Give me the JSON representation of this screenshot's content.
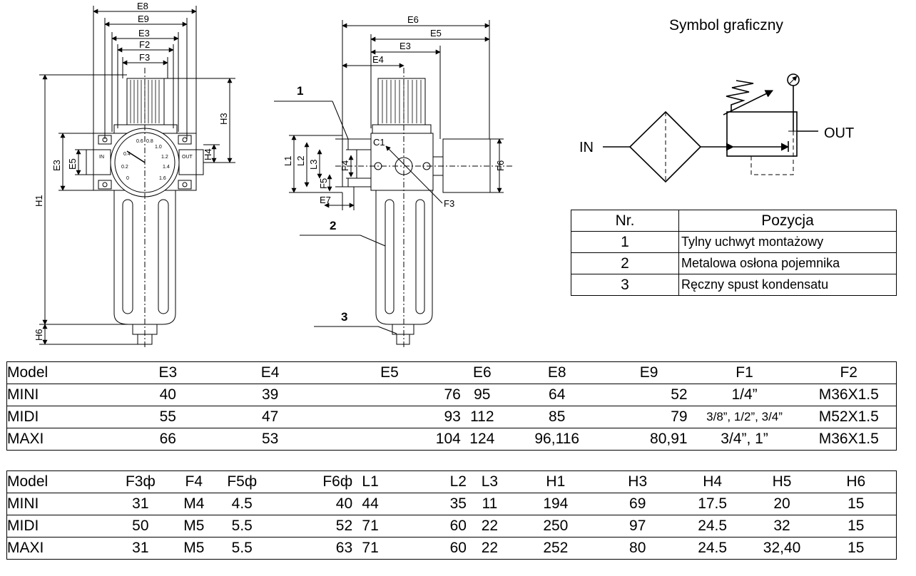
{
  "drawing": {
    "front_labels": [
      "E8",
      "E9",
      "E3",
      "F2",
      "F3",
      "H3",
      "E3",
      "E5",
      "H4",
      "H1",
      "H6"
    ],
    "side_labels": [
      "E6",
      "E5",
      "E3",
      "E4",
      "L1",
      "L2",
      "L3",
      "F4",
      "F5",
      "E7",
      "F3",
      "F6",
      "C1"
    ],
    "callouts": [
      "1",
      "2",
      "3"
    ],
    "gauge_ticks": [
      "0.6",
      "0.8",
      "1.0",
      "0.4",
      "1.2",
      "0.2",
      "1.4",
      "0",
      "1.6"
    ],
    "port_in": "IN",
    "port_out": "OUT"
  },
  "symbol": {
    "title": "Symbol graficzny",
    "in_label": "IN",
    "out_label": "OUT"
  },
  "legend": {
    "headers": [
      "Nr.",
      "Pozycja"
    ],
    "rows": [
      [
        "1",
        "Tylny uchwyt montażowy"
      ],
      [
        "2",
        "Metalowa osłona pojemnika"
      ],
      [
        "3",
        "Ręczny spust kondensatu"
      ]
    ]
  },
  "table1": {
    "headers": [
      "Model",
      "E3",
      "E4",
      "E5",
      "E6",
      "E8",
      "E9",
      "F1",
      "F2"
    ],
    "rows": [
      [
        "MINI",
        "40",
        "39",
        "76",
        "95",
        "64",
        "52",
        "1/4”",
        "M36X1.5"
      ],
      [
        "MIDI",
        "55",
        "47",
        "93",
        "112",
        "85",
        "79",
        "3/8”, 1/2”, 3/4”",
        "M52X1.5"
      ],
      [
        "MAXI",
        "66",
        "53",
        "104",
        "124",
        "96,116",
        "80,91",
        "3/4”, 1”",
        "M36X1.5"
      ]
    ]
  },
  "table2": {
    "headers": [
      "Model",
      "F3ф",
      "F4",
      "F5ф",
      "F6ф",
      "L1",
      "L2",
      "L3",
      "H1",
      "H3",
      "H4",
      "H5",
      "H6"
    ],
    "rows": [
      [
        "MINI",
        "31",
        "M4",
        "4.5",
        "40",
        "44",
        "35",
        "11",
        "194",
        "69",
        "17.5",
        "20",
        "15"
      ],
      [
        "MIDI",
        "50",
        "M5",
        "5.5",
        "52",
        "71",
        "60",
        "22",
        "250",
        "97",
        "24.5",
        "32",
        "15"
      ],
      [
        "MAXI",
        "31",
        "M5",
        "5.5",
        "63",
        "71",
        "60",
        "22",
        "252",
        "80",
        "24.5",
        "32,40",
        "15"
      ]
    ]
  }
}
